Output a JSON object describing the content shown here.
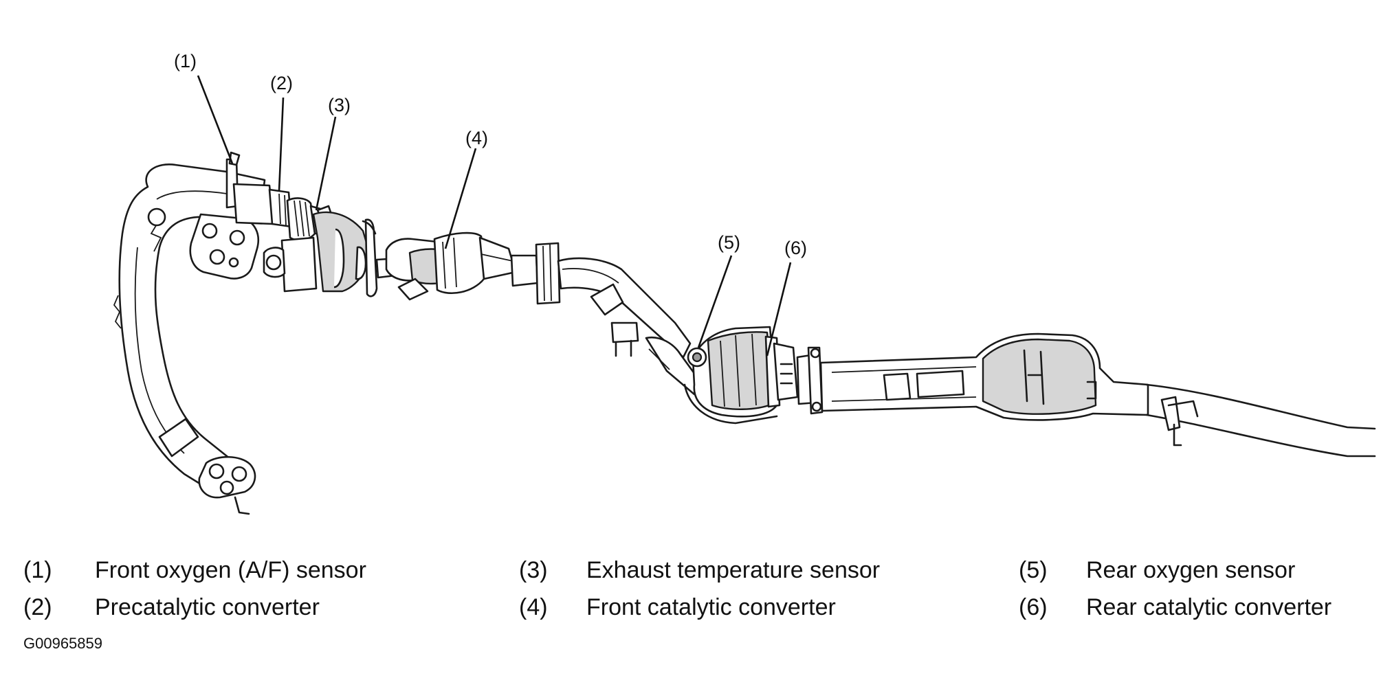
{
  "callouts": [
    "(1)",
    "(2)",
    "(3)",
    "(4)",
    "(5)",
    "(6)"
  ],
  "legend": [
    {
      "num": "(1)",
      "text": "Front oxygen (A/F) sensor"
    },
    {
      "num": "(2)",
      "text": "Precatalytic converter"
    },
    {
      "num": "(3)",
      "text": "Exhaust temperature sensor"
    },
    {
      "num": "(4)",
      "text": "Front catalytic converter"
    },
    {
      "num": "(5)",
      "text": "Rear oxygen sensor"
    },
    {
      "num": "(6)",
      "text": "Rear catalytic converter"
    }
  ],
  "figure_code": "G00965859",
  "colors": {
    "line": "#1a1a1a",
    "fill": "#d6d6d6",
    "background": "#ffffff"
  }
}
